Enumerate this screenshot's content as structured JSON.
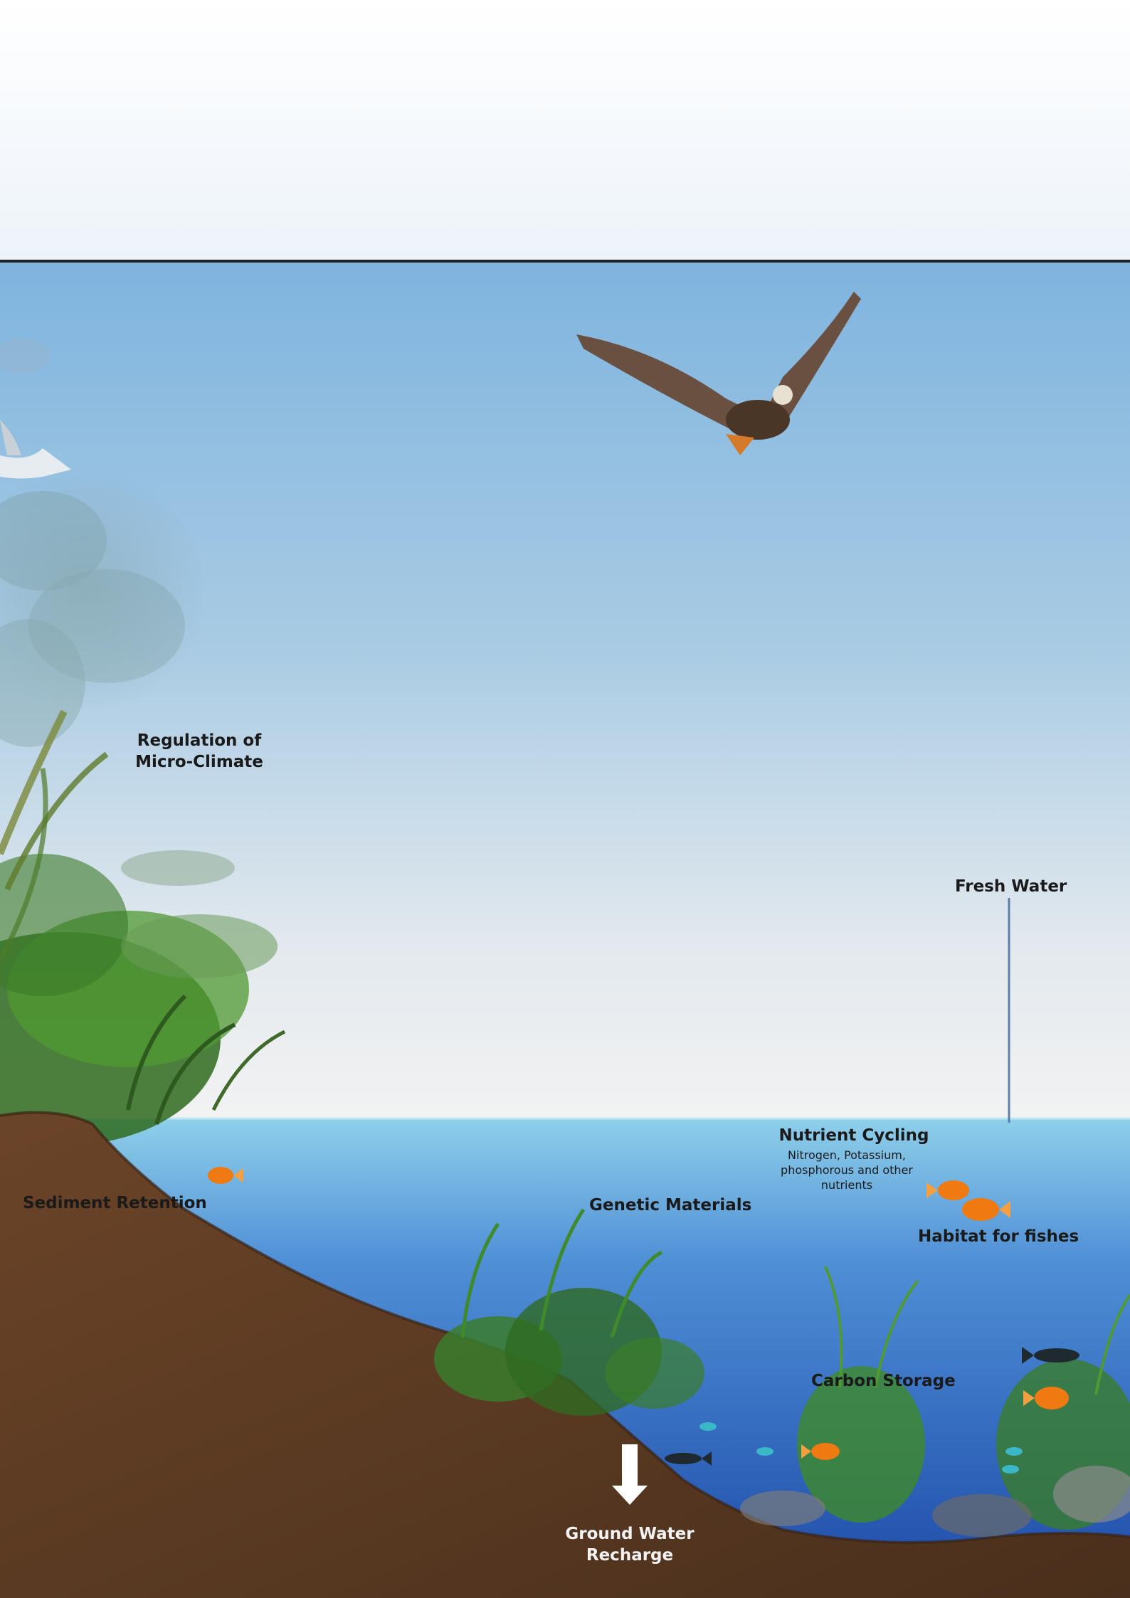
{
  "labels": {
    "micro_climate_line1": "Regulation of",
    "micro_climate_line2": "Micro-Climate",
    "fresh_water": "Fresh Water",
    "nutrient_cycling": "Nutrient Cycling",
    "nutrient_line1": "Nitrogen, Potassium,",
    "nutrient_line2": "phosphorous and other",
    "nutrient_line3": "nutrients",
    "sediment_retention": "Sediment Retention",
    "genetic_materials": "Genetic Materials",
    "habitat_for_fishes": "Habitat for fishes",
    "carbon_storage": "Carbon Storage",
    "ground_water_line1": "Ground Water",
    "ground_water_line2": "Recharge"
  },
  "colors": {
    "sky_top": "#7fb4df",
    "sky_bottom": "#f2f2f2",
    "water_top": "#8fd0ea",
    "water_bottom": "#1c49a8",
    "soil": "#5a3a22",
    "vegetation": "#3e8a2a",
    "goldfish": "#f07a12"
  },
  "icons": [
    "eagle-icon",
    "gull-icon",
    "goldfish-icon",
    "dark-fish-icon",
    "down-arrow-icon"
  ]
}
